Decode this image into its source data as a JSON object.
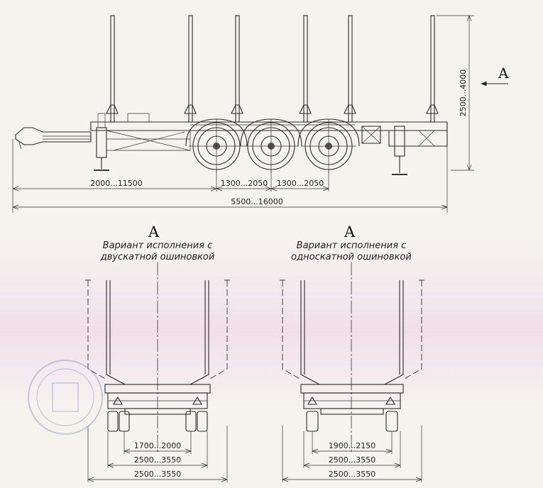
{
  "side_view": {
    "dims": {
      "front_length": "2000...11500",
      "axle_spacing_1": "1300...2050",
      "axle_spacing_2": "1300...2050",
      "total_length": "5500...16000",
      "stake_height": "2500...4000"
    },
    "view_marker": "A"
  },
  "views": [
    {
      "letter": "A",
      "caption_line1": "Вариант исполнения с",
      "caption_line2": "двускатной ошиновкой",
      "dims": [
        "1700...2000",
        "2500...3550",
        "2500...3550"
      ]
    },
    {
      "letter": "A",
      "caption_line1": "Вариант исполнения с",
      "caption_line2": "односкатной ошиновкой",
      "dims": [
        "1900...2150",
        "2500...3550",
        "2500...3550"
      ]
    }
  ]
}
